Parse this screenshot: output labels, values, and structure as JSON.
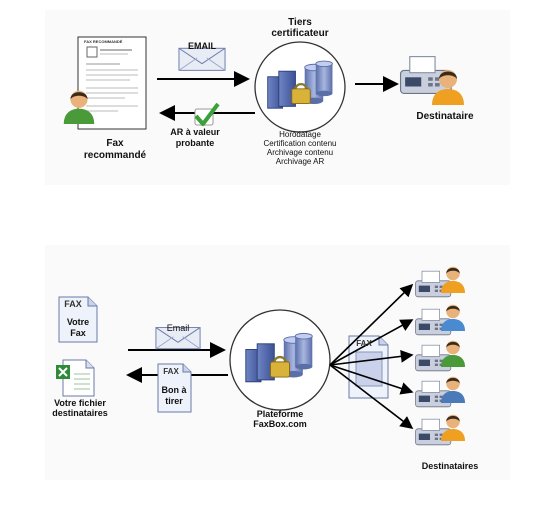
{
  "top": {
    "document_header": "FAX RECOMMANDÉ",
    "fax_label_line1": "Fax",
    "fax_label_line2": "recommandé",
    "email_label": "EMAIL",
    "tiers_line1": "Tiers",
    "tiers_line2": "certificateur",
    "ar_line1": "AR à valeur",
    "ar_line2": "probante",
    "services": [
      "Horodatage",
      "Certification contenu",
      "Archivage contenu",
      "Archivage AR"
    ],
    "destinataire": "Destinataire"
  },
  "bottom": {
    "fax_doc_header": "FAX",
    "votre_fax_line1": "Votre",
    "votre_fax_line2": "Fax",
    "fichier_line1": "Votre fichier",
    "fichier_line2": "destinataires",
    "email_label": "Email",
    "bon_header": "FAX",
    "bon_line1": "Bon à",
    "bon_line2": "tirer",
    "platform_line1": "Plateforme",
    "platform_line2": "FaxBox.com",
    "broadcast_header": "FAX",
    "destinataires": "Destinataires"
  },
  "colors": {
    "arrow": "#000000",
    "check_green": "#3aa03a",
    "server_blue": "#6a7fb8",
    "lock_gold": "#d9b23a",
    "skin": "#e8b27a",
    "hair_dark": "#3a2a1a",
    "shirt_green": "#4a9a3a",
    "shirt_orange": "#f0a020",
    "envelope": "#e8ecf5"
  }
}
